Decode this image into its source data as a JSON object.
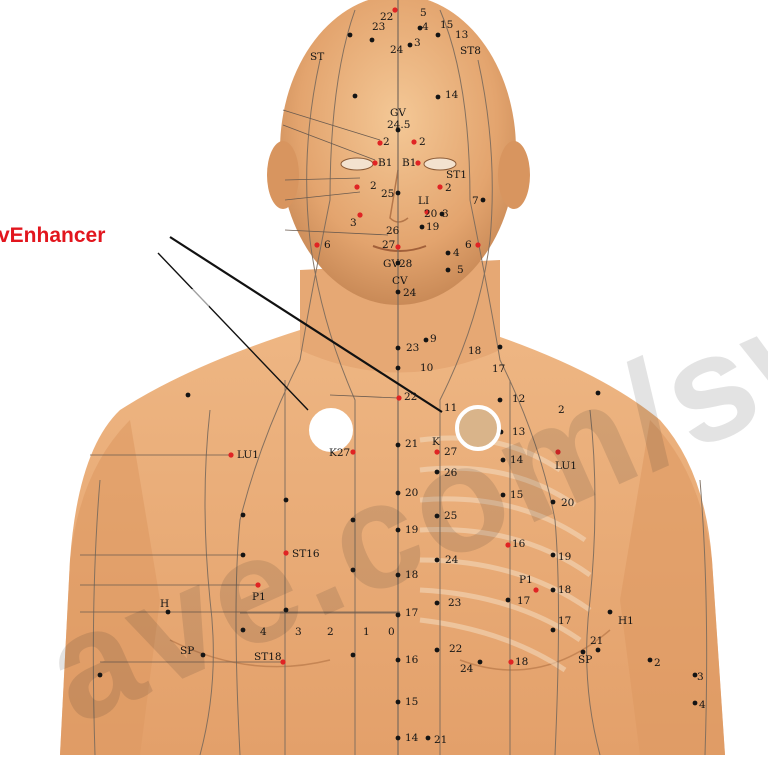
{
  "brand_text": "vEnhancer",
  "watermark_text": "ave.com/sw",
  "point_labels": [
    "22",
    "5",
    "23",
    "4",
    "15",
    "13",
    "24",
    "3",
    "ST",
    "ST8",
    "14",
    "GV",
    "24.5",
    "2",
    "2",
    "B1",
    "B1",
    "ST1",
    "2",
    "25",
    "LI",
    "2",
    "7",
    "3",
    "20",
    "3",
    "19",
    "26",
    "6",
    "27",
    "4",
    "6",
    "GV28",
    "5",
    "CV",
    "24",
    "9",
    "18",
    "23",
    "17",
    "10",
    "22",
    "11",
    "12",
    "2",
    "K",
    "13",
    "21",
    "27",
    "LU1",
    "K27",
    "LU1",
    "14",
    "26",
    "15",
    "20",
    "20",
    "25",
    "19",
    "16",
    "19",
    "ST16",
    "24",
    "18",
    "P1",
    "18",
    "P1",
    "17",
    "H",
    "17",
    "23",
    "17",
    "4",
    "3",
    "2",
    "1",
    "0",
    "21",
    "H1",
    "22",
    "SP",
    "ST18",
    "24",
    "18",
    "SP",
    "2",
    "16",
    "3",
    "15",
    "4",
    "14",
    "21"
  ],
  "colors": {
    "brand": "#e2161e",
    "skin": "#eab27e",
    "meridian": "#7a6a5c",
    "point_red": "#e02424",
    "point_black": "#141414",
    "marker_fill": "#d9b48a"
  }
}
